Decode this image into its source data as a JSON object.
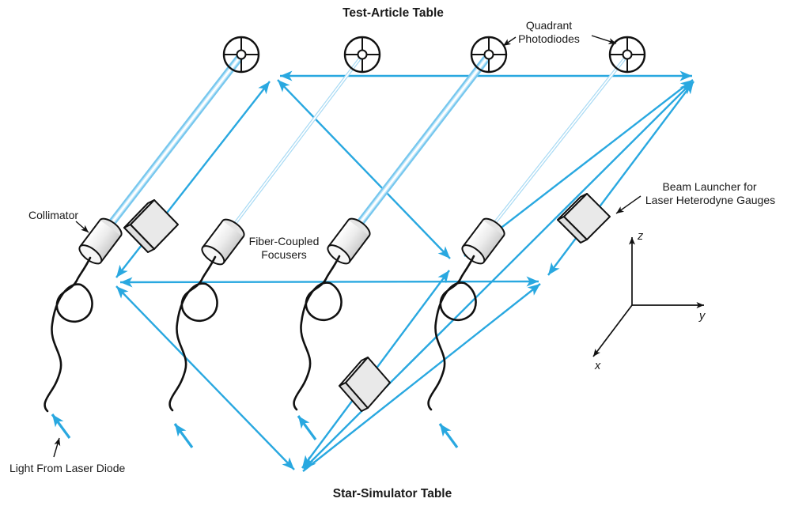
{
  "titles": {
    "top": "Test-Article Table",
    "bottom": "Star-Simulator Table"
  },
  "labels": {
    "quadrant_photodiodes": {
      "line1": "Quadrant",
      "line2": "Photodiodes"
    },
    "collimator": "Collimator",
    "fiber_coupled_focusers": {
      "line1": "Fiber-Coupled",
      "line2": "Focusers"
    },
    "beam_launcher": {
      "line1": "Beam Launcher for",
      "line2": "Laser Heterodyne Gauges"
    },
    "light_from_laser_diode": "Light From Laser Diode"
  },
  "axes": {
    "x": "x",
    "y": "y",
    "z": "z"
  },
  "components": {
    "quadrant_photodiode_count": 4,
    "fiber_focuser_count": 4,
    "beam_launcher_count": 3
  },
  "colors": {
    "beam_blue": "#29A8E0",
    "beam_edge": "#76C7EE",
    "beam_mid": "#C3E7F9",
    "beam_pale": "#A8DAF4",
    "beam_core": "#FFFFFF",
    "metal_light": "#F7F7F7",
    "metal_face": "#E9E9E9",
    "metal_dark": "#DFDFDF",
    "ink": "#111111",
    "text": "#1A1A1A"
  }
}
